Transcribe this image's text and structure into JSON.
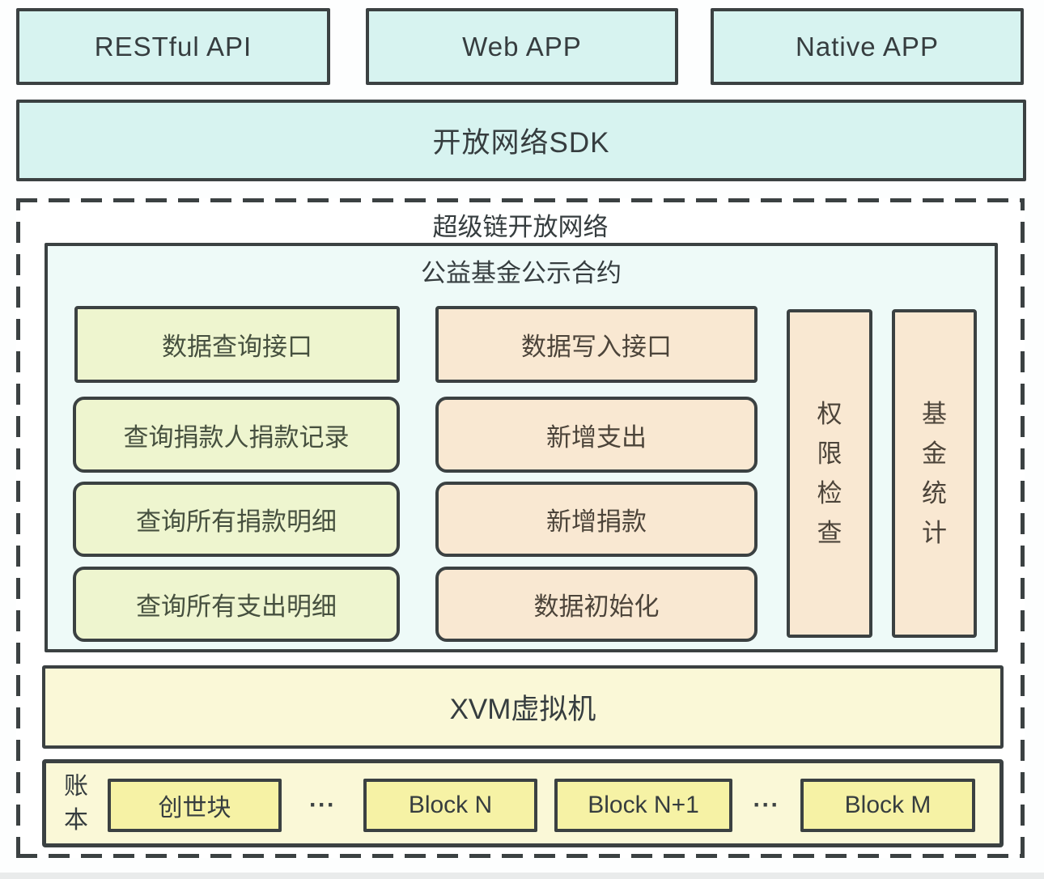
{
  "colors": {
    "border_dark": "#3b4142",
    "cyan_fill": "#d7f3f0",
    "contract_fill": "#eefaf8",
    "green_fill": "#eef5cf",
    "peach_fill": "#f9e8d2",
    "yellow_fill": "#faf8d7",
    "block_fill": "#f6f2a5",
    "text_dark": "#363d3f"
  },
  "top_apps": [
    {
      "label": "RESTful API"
    },
    {
      "label": "Web APP"
    },
    {
      "label": "Native APP"
    }
  ],
  "sdk": {
    "label": "开放网络SDK"
  },
  "network": {
    "title": "超级链开放网络",
    "contract": {
      "title": "公益基金公示合约",
      "query_boxes": [
        "数据查询接口",
        "查询捐款人捐款记录",
        "查询所有捐款明细",
        "查询所有支出明细"
      ],
      "write_boxes": [
        "数据写入接口",
        "新增支出",
        "新增捐款",
        "数据初始化"
      ],
      "side_boxes": [
        "权限检查",
        "基金统计"
      ]
    },
    "vm_label": "XVM虚拟机",
    "ledger": {
      "label": "账本",
      "blocks": [
        "创世块",
        "Block N",
        "Block N+1",
        "Block M"
      ],
      "ellipsis": "···"
    }
  }
}
